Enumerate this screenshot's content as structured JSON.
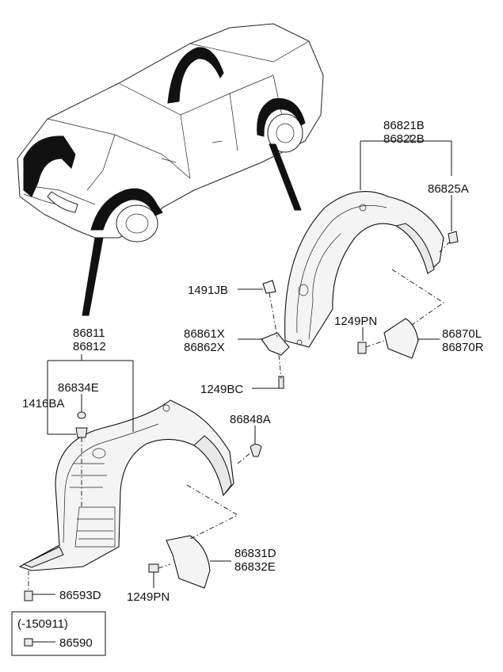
{
  "labels": {
    "rear_liner_a": "86821B",
    "rear_liner_b": "86822B",
    "rear_clip": "86825A",
    "nut_1491": "1491JB",
    "bracket_a": "86861X",
    "bracket_b": "86862X",
    "screw_rear": "1249PN",
    "rear_flap_a": "86870L",
    "rear_flap_b": "86870R",
    "bolt_1249bc": "1249BC",
    "front_liner_a": "86811",
    "front_liner_b": "86812",
    "grommet": "86834E",
    "nut_1416": "1416BA",
    "front_clip": "86848A",
    "front_flap_a": "86831D",
    "front_flap_b": "86832E",
    "screw_front": "1249PN",
    "fastener": "86593D",
    "legacy_period": "(-150911)",
    "legacy_part": "86590"
  }
}
